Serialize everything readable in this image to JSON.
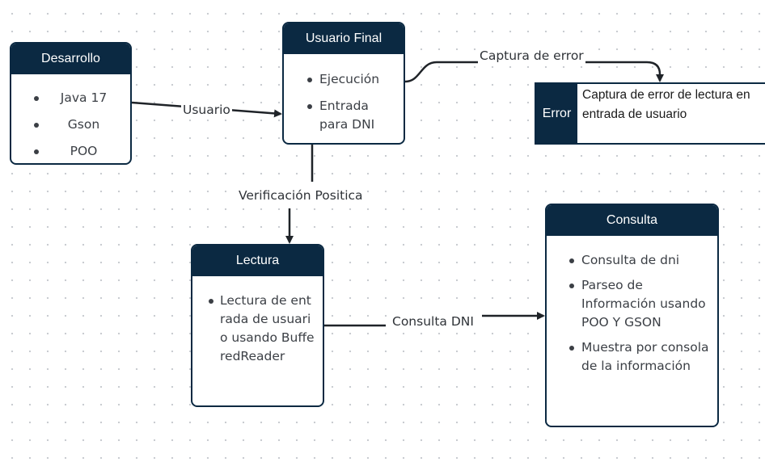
{
  "nodes": {
    "desarrollo": {
      "title": "Desarrollo",
      "items": [
        "Java 17",
        "Gson",
        "POO"
      ]
    },
    "usuario_final": {
      "title": "Usuario Final",
      "items": [
        "Ejecución",
        "Entrada para DNI"
      ]
    },
    "lectura": {
      "title": "Lectura",
      "items": [
        "Lectura de entrada de usuario usando BufferedReader"
      ]
    },
    "consulta": {
      "title": "Consulta",
      "items": [
        "Consulta de dni",
        "Parseo de Información usando POO Y GSON",
        "Muestra por consola de la información"
      ]
    },
    "error": {
      "tag": "Error",
      "text_line1": "Captura de error de lectura en",
      "text_line2": "entrada de usuario"
    }
  },
  "edges": {
    "usuario": "Usuario",
    "captura_error": "Captura de error",
    "verificacion": "Verificación Positica",
    "consulta_dni": "Consulta DNI"
  },
  "colors": {
    "node_header": "#0b2942",
    "edge": "#1f2328"
  }
}
